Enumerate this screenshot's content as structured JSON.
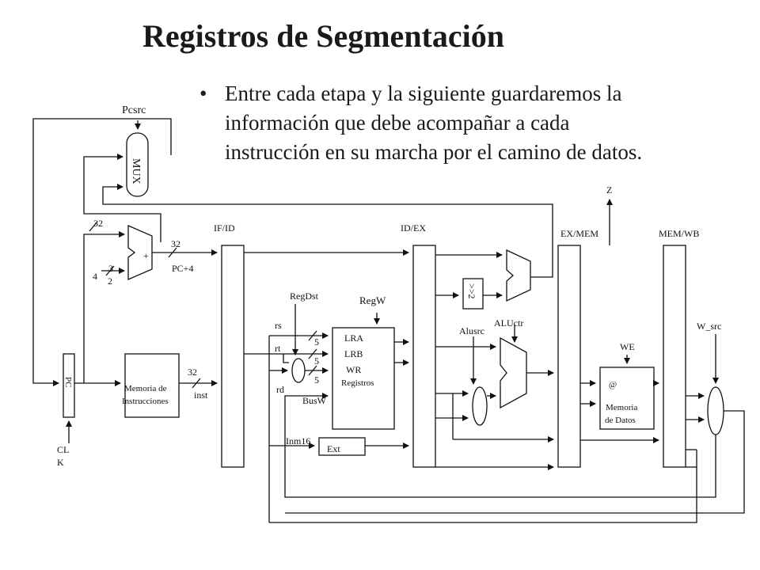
{
  "title": "Registros de Segmentación",
  "bullet": {
    "symbol": "•",
    "lines": [
      "Entre cada etapa y la siguiente guardaremos la",
      "información que debe acompañar a cada",
      "instrucción en su marcha por el camino de datos."
    ]
  },
  "diagram": {
    "pcsrc": "Pcsrc",
    "mux": "MUX",
    "adder_plus": "+",
    "width_32a": "32",
    "width_32b": "32",
    "width_32c": "32",
    "const_4": "4",
    "width_3": "3",
    "width_2": "2",
    "pc_plus4": "PC+4",
    "pc": "PC",
    "clk_1": "CL",
    "clk_2": "K",
    "imem_1": "Memoria de",
    "imem_2": "Instrucciones",
    "inst": "inst",
    "if_id": "IF/ID",
    "id_ex": "ID/EX",
    "ex_mem": "EX/MEM",
    "mem_wb": "MEM/WB",
    "regdst": "RegDst",
    "regw": "RegW",
    "rs": "rs",
    "rt": "rt",
    "rd": "rd",
    "w5a": "5",
    "w5b": "5",
    "w5c": "5",
    "lra": "LRA",
    "lrb": "LRB",
    "wr": "WR",
    "registros": "Registros",
    "busw": "BusW",
    "inm16": "Inm16",
    "ext": "Ext",
    "shift": ">>2",
    "alusrc": "Alusrc",
    "aluctr": "ALUctr",
    "z": "Z",
    "we": "WE",
    "at": "@",
    "dmem_1": "Memoria",
    "dmem_2": "de Datos",
    "w_src": "W_src"
  }
}
